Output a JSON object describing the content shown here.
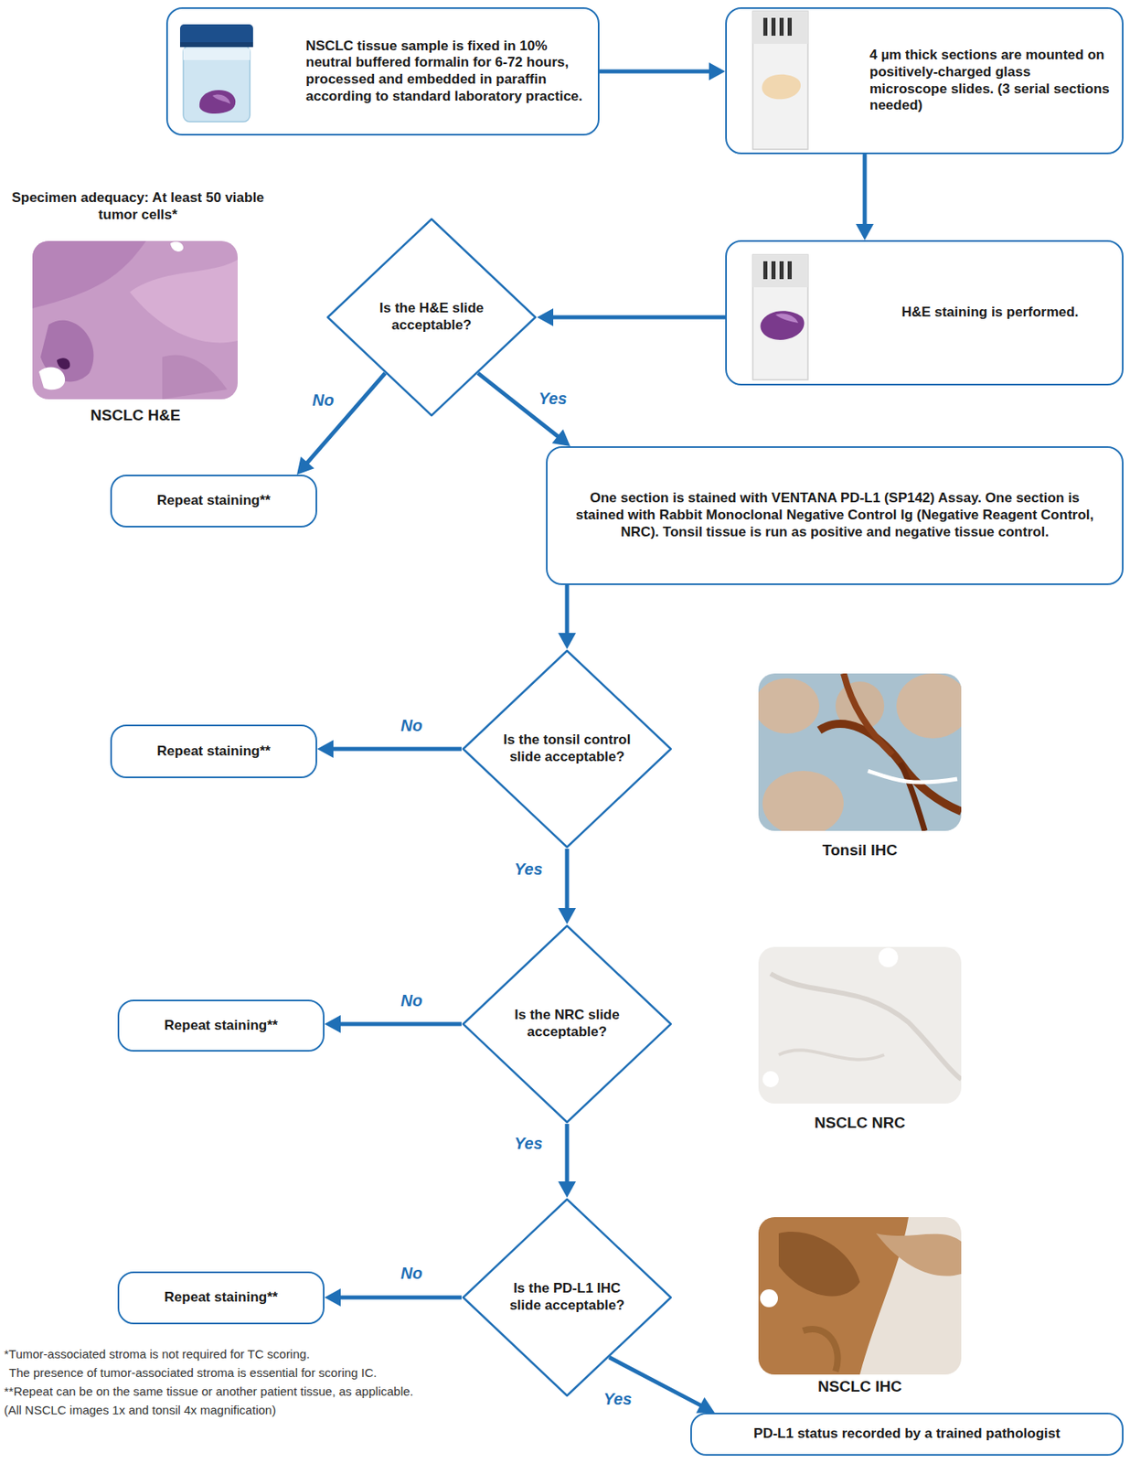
{
  "diagram": {
    "nodes": [
      {
        "text": [
          "NSCLC tissue sample is fixed in 10% neutral buffered formalin for 6-72 hours, processed and embedded in paraffin according to standard laboratory practice."
        ]
      },
      {
        "text": [
          "4 µm thick sections are mounted on positively-charged glass microscope slides. (3 serial sections needed)"
        ]
      },
      {
        "text": [
          "H&E staining is performed."
        ]
      },
      {
        "text": [
          "Is the H&E slide acceptable?"
        ]
      },
      {
        "text": [
          "Repeat staining**"
        ]
      },
      {
        "text": [
          "One section is stained with VENTANA PD-L1 (SP142) Assay. One section is stained with Rabbit Monoclonal Negative Control Ig (Negative Reagent Control, NRC). Tonsil tissue is run as positive and negative tissue control."
        ]
      },
      {
        "text": [
          "Is the tonsil control slide acceptable?"
        ]
      },
      {
        "text": [
          "Repeat staining**"
        ]
      },
      {
        "text": [
          "Is the NRC slide acceptable?"
        ]
      },
      {
        "text": [
          "Repeat staining**"
        ]
      },
      {
        "text": [
          "Is the PD-L1 IHC slide acceptable?"
        ]
      },
      {
        "text": [
          "Repeat staining**"
        ]
      },
      {
        "text": [
          "PD-L1 status recorded by a trained pathologist"
        ]
      }
    ],
    "edges": [
      {
        "from": 0,
        "to": 1,
        "arrow": "to"
      },
      {
        "from": 1,
        "to": 2,
        "arrow": "to"
      },
      {
        "from": 2,
        "to": 3,
        "arrow": "to"
      },
      {
        "from": 3,
        "to": 4,
        "label": "No",
        "arrow": "to"
      },
      {
        "from": 3,
        "to": 5,
        "label": "Yes",
        "arrow": "to"
      },
      {
        "from": 5,
        "to": 6,
        "arrow": "to"
      },
      {
        "from": 6,
        "to": 7,
        "label": "No",
        "arrow": "to"
      },
      {
        "from": 6,
        "to": 8,
        "label": "Yes",
        "arrow": "to"
      },
      {
        "from": 8,
        "to": 9,
        "label": "No",
        "arrow": "to"
      },
      {
        "from": 8,
        "to": 10,
        "label": "Yes",
        "arrow": "to"
      },
      {
        "from": 10,
        "to": 11,
        "label": "No",
        "arrow": "to"
      },
      {
        "from": 10,
        "to": 12,
        "label": "Yes",
        "arrow": "to"
      }
    ],
    "labels": [
      "Specimen adequacy: At least 50 viable tumor cells*",
      "NSCLC H&E",
      "Tonsil IHC",
      "NSCLC NRC",
      "NSCLC IHC",
      "*Tumor-associated stroma is not required for TC scoring.",
      "The presence of tumor-associated stroma is essential for scoring IC.",
      "**Repeat can be on the same tissue or another patient tissue, as applicable.",
      "(All NSCLC images 1x and tonsil 4x magnification)"
    ]
  }
}
